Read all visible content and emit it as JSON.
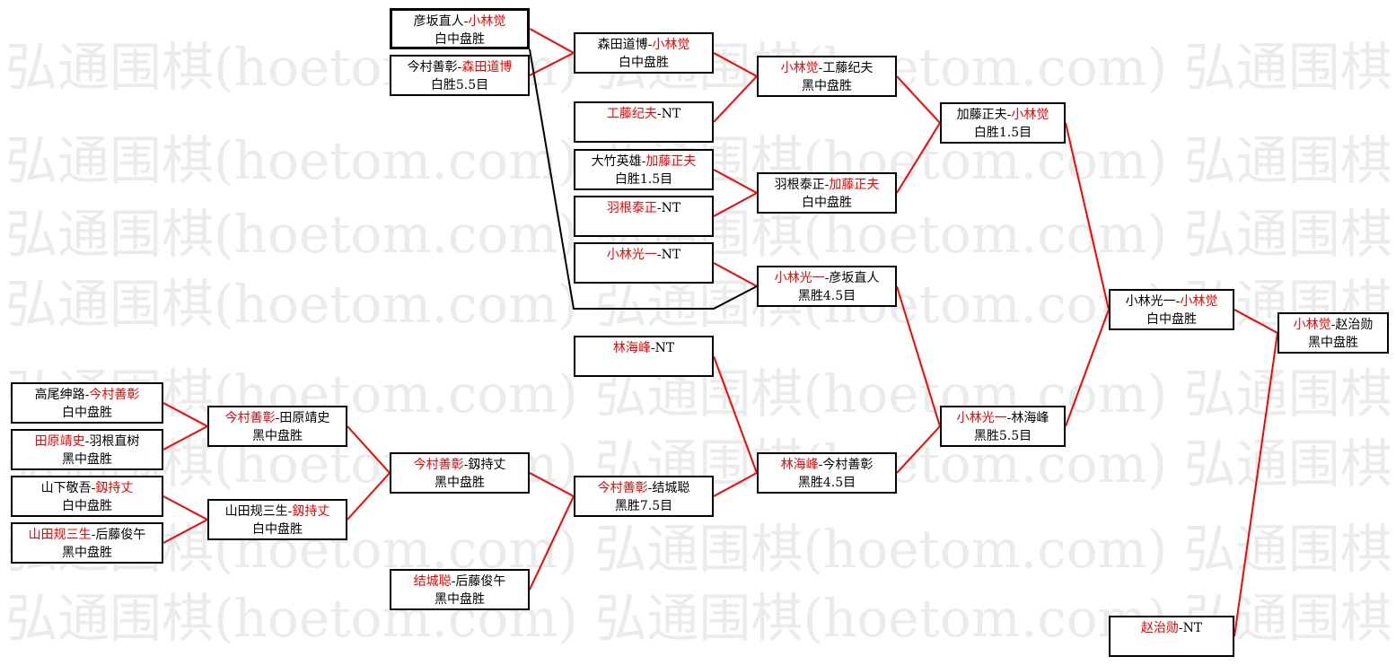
{
  "watermark": "弘通围棋(hoetom.com) 弘通围棋(hoetom.com) 弘通围棋(hoetom.com)",
  "colors": {
    "winner": "#ff0000",
    "text": "#000000",
    "line": "#ff0000",
    "line_loss": "#000000",
    "watermark": "#ebebeb"
  },
  "matches": [
    {
      "id": "r1a",
      "p1": "彦坂直人",
      "p2": "小林觉",
      "winner": 2,
      "result": "白中盘胜"
    },
    {
      "id": "r1b",
      "p1": "今村善彰",
      "p2": "森田道博",
      "winner": 2,
      "result": "白胜5.5目"
    },
    {
      "id": "r2a",
      "p1": "森田道博",
      "p2": "小林觉",
      "winner": 2,
      "result": "白中盘胜"
    },
    {
      "id": "r2b",
      "p1": "工藤纪夫",
      "p2": "NT",
      "winner": 1,
      "result": ""
    },
    {
      "id": "r2c",
      "p1": "大竹英雄",
      "p2": "加藤正夫",
      "winner": 2,
      "result": "白胜1.5目"
    },
    {
      "id": "r2d",
      "p1": "羽根泰正",
      "p2": "NT",
      "winner": 1,
      "result": ""
    },
    {
      "id": "r2e",
      "p1": "小林光一",
      "p2": "NT",
      "winner": 1,
      "result": ""
    },
    {
      "id": "r2f",
      "p1": "",
      "p2": "",
      "winner": 0,
      "result": ""
    },
    {
      "id": "r2g",
      "p1": "林海峰",
      "p2": "NT",
      "winner": 1,
      "result": ""
    },
    {
      "id": "r3a",
      "p1": "小林觉",
      "p2": "工藤纪夫",
      "winner": 1,
      "result": "黑中盘胜"
    },
    {
      "id": "r3b",
      "p1": "羽根泰正",
      "p2": "加藤正夫",
      "winner": 2,
      "result": "白中盘胜"
    },
    {
      "id": "r3c",
      "p1": "小林光一",
      "p2": "彦坂直人",
      "winner": 1,
      "result": "黑胜4.5目"
    },
    {
      "id": "r3d",
      "p1": "林海峰",
      "p2": "今村善彰",
      "winner": 1,
      "result": "黑胜4.5目"
    },
    {
      "id": "r4a",
      "p1": "加藤正夫",
      "p2": "小林觉",
      "winner": 2,
      "result": "白胜1.5目"
    },
    {
      "id": "r4b",
      "p1": "小林光一",
      "p2": "林海峰",
      "winner": 1,
      "result": "黑胜5.5目"
    },
    {
      "id": "r5",
      "p1": "小林光一",
      "p2": "小林觉",
      "winner": 2,
      "result": "白中盘胜"
    },
    {
      "id": "final",
      "p1": "小林觉",
      "p2": "赵治勋",
      "winner": 1,
      "result": "黑中盘胜"
    },
    {
      "id": "seed-zhao",
      "p1": "赵治勋",
      "p2": "NT",
      "winner": 1,
      "result": ""
    },
    {
      "id": "l1a",
      "p1": "高尾绅路",
      "p2": "今村善彰",
      "winner": 2,
      "result": "白中盘胜"
    },
    {
      "id": "l1b",
      "p1": "田原靖史",
      "p2": "羽根直树",
      "winner": 1,
      "result": "黑中盘胜"
    },
    {
      "id": "l1c",
      "p1": "山下敬吾",
      "p2": "釼持丈",
      "winner": 2,
      "result": "白中盘胜"
    },
    {
      "id": "l1d",
      "p1": "山田规三生",
      "p2": "后藤俊午",
      "winner": 1,
      "result": "黑中盘胜"
    },
    {
      "id": "l2a",
      "p1": "今村善彰",
      "p2": "田原靖史",
      "winner": 1,
      "result": "黑中盘胜"
    },
    {
      "id": "l2b",
      "p1": "山田规三生",
      "p2": "釼持丈",
      "winner": 2,
      "result": "白中盘胜"
    },
    {
      "id": "l3",
      "p1": "今村善彰",
      "p2": "釼持丈",
      "winner": 1,
      "result": "黑中盘胜"
    },
    {
      "id": "l3b",
      "p1": "结城聪",
      "p2": "后藤俊午",
      "winner": 1,
      "result": "黑中盘胜"
    },
    {
      "id": "l4",
      "p1": "今村善彰",
      "p2": "结城聪",
      "winner": 1,
      "result": "黑胜7.5目"
    }
  ]
}
